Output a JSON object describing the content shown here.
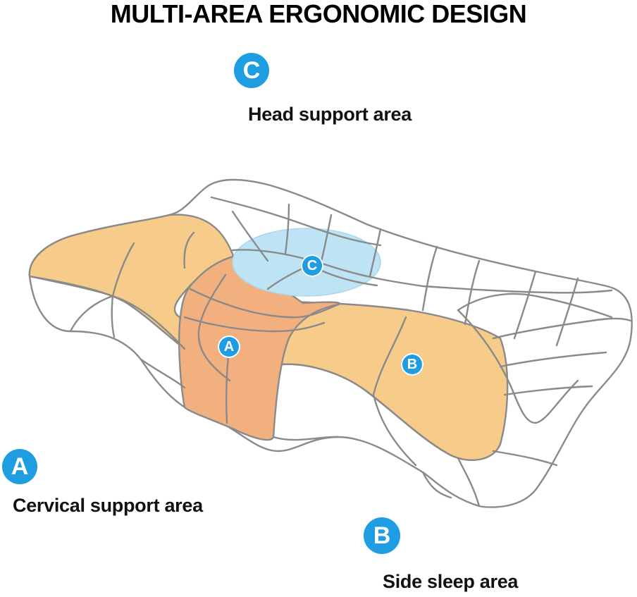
{
  "title": "MULTI-AREA ERGONOMIC DESIGN",
  "zones": {
    "head": {
      "letter": "C",
      "label": "Head support area",
      "color": "#bde3f5"
    },
    "cervical": {
      "letter": "A",
      "label": "Cervical support area",
      "color": "#f2b07f"
    },
    "side": {
      "letter": "B",
      "label": "Side sleep area",
      "color": "#f7cc8a"
    }
  },
  "badge_color": "#1e9de2",
  "outline_color": "#888888"
}
